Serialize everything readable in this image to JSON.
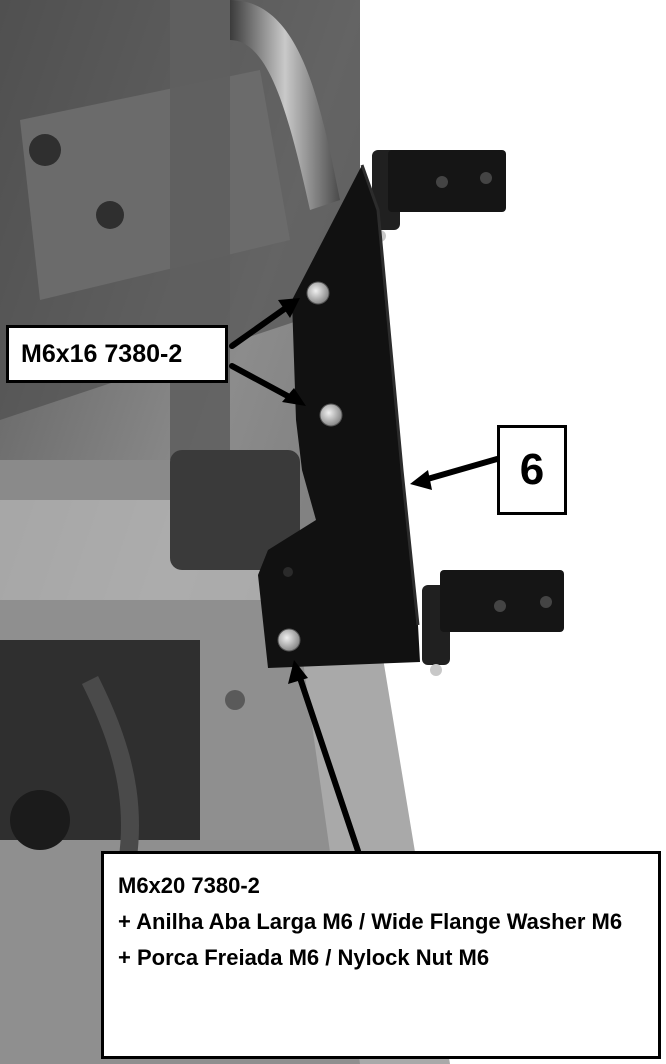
{
  "photo": {
    "subject": "black-bracket-with-hinges",
    "colors": {
      "bracket": "#111111",
      "frame": "#7d7d7d",
      "background": "#9a9a9a"
    }
  },
  "callouts": {
    "upper_bolts": "M6x16 7380-2",
    "part_number": "6",
    "lower_fastener_lines": [
      "M6x20 7380-2",
      "+ Anilha Aba Larga M6 / Wide Flange Washer M6",
      "+ Porca Freiada M6 / Nylock Nut M6"
    ]
  },
  "icons": {
    "arrow": "arrow-icon",
    "bolt": "bolt-icon",
    "hinge": "hinge-icon"
  }
}
